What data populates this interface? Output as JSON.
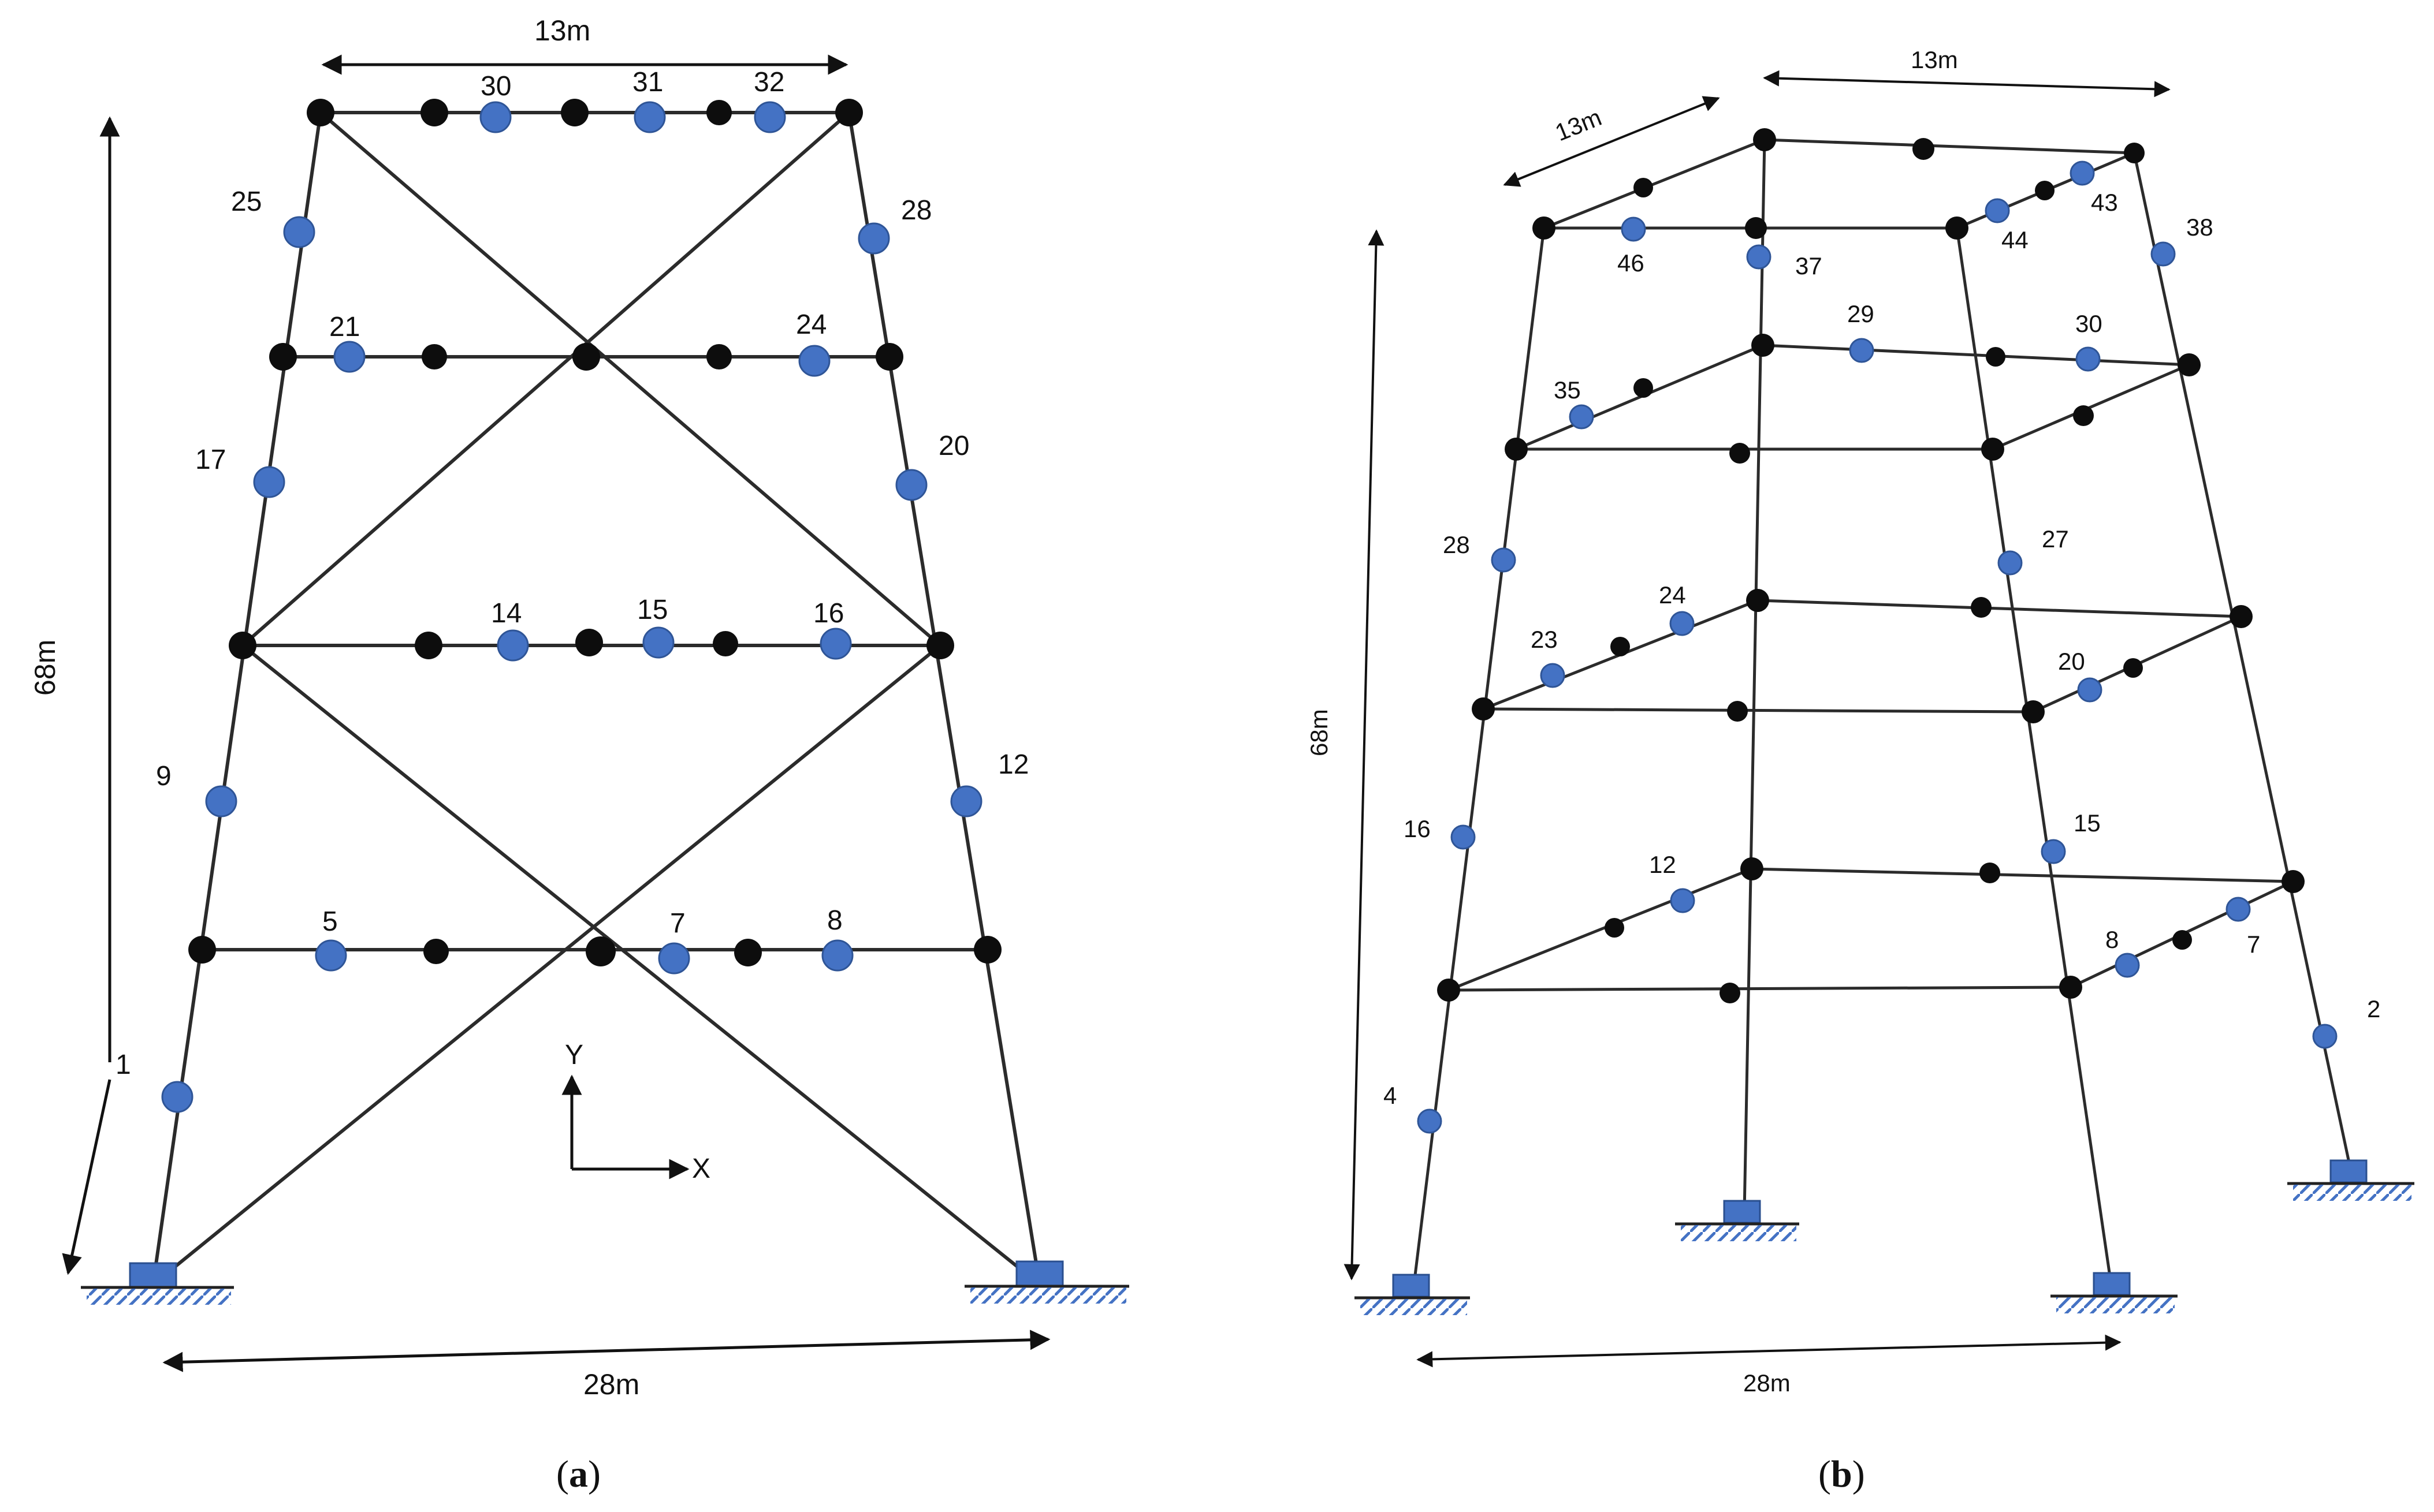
{
  "colors": {
    "member": "#2b2b2b",
    "node": "#0d0d0d",
    "sensor": "#4472c4",
    "support": "#4472c4"
  },
  "panel_a": {
    "caption_open": "(",
    "caption_letter": "a",
    "caption_close": ")",
    "dim_top": "13m",
    "dim_bottom": "28m",
    "dim_height": "68m",
    "axis_y": "Y",
    "axis_x": "X",
    "sensors": [
      "30",
      "31",
      "32",
      "25",
      "28",
      "21",
      "24",
      "17",
      "20",
      "14",
      "15",
      "16",
      "9",
      "12",
      "5",
      "7",
      "8",
      "1"
    ]
  },
  "panel_b": {
    "caption_open": "(",
    "caption_letter": "b",
    "caption_close": ")",
    "dim_top_right": "13m",
    "dim_top_left": "13m",
    "dim_bottom": "28m",
    "dim_height": "68m",
    "sensors": [
      "46",
      "37",
      "44",
      "43",
      "38",
      "35",
      "29",
      "30",
      "28",
      "27",
      "24",
      "23",
      "20",
      "16",
      "15",
      "12",
      "8",
      "7",
      "2",
      "4"
    ]
  }
}
